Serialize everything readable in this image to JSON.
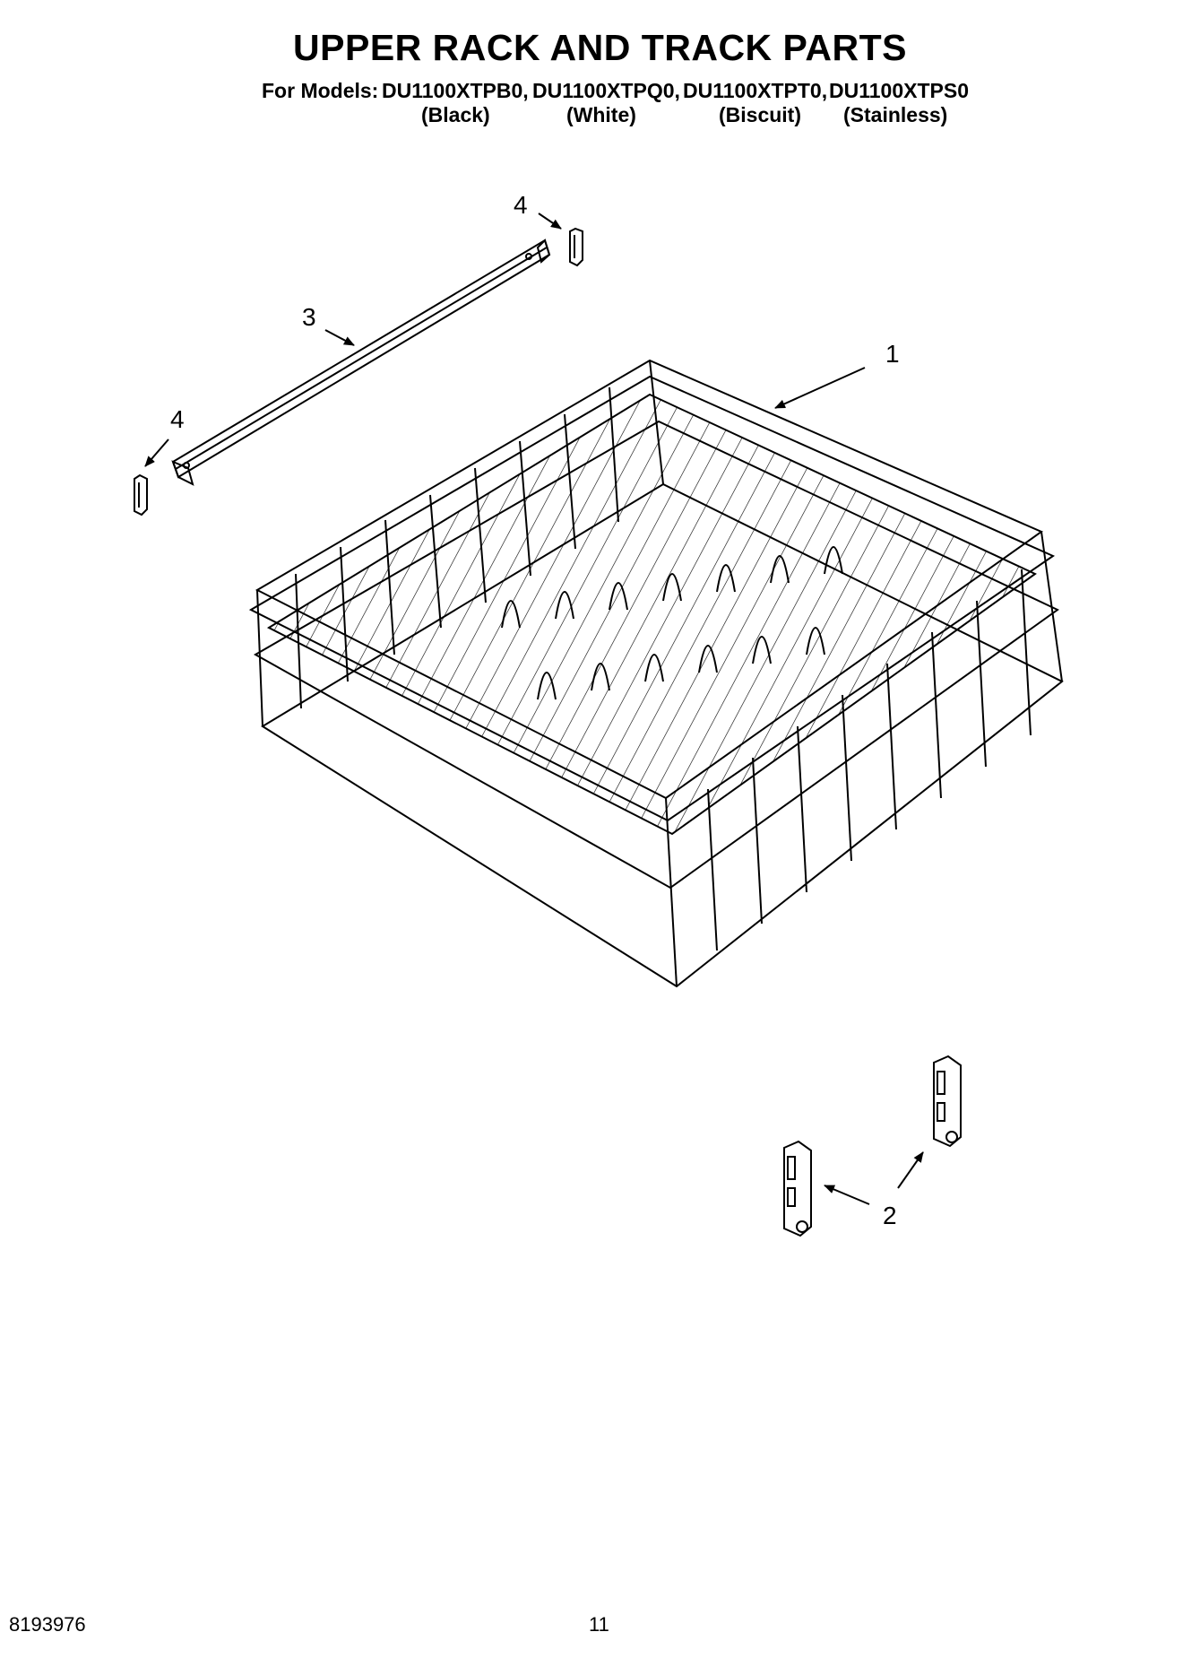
{
  "page": {
    "title": "UPPER RACK AND TRACK PARTS",
    "models_prefix": "For Models:",
    "models": [
      {
        "model": "DU1100XTPB0,",
        "color": "(Black)"
      },
      {
        "model": "DU1100XTPQ0,",
        "color": "(White)"
      },
      {
        "model": "DU1100XTPT0,",
        "color": "(Biscuit)"
      },
      {
        "model": "DU1100XTPS0",
        "color": "(Stainless)"
      }
    ]
  },
  "callouts": {
    "rack": "1",
    "track_clips": "2",
    "track": "3",
    "end_cap_top": "4",
    "end_cap_left": "4"
  },
  "footer": {
    "doc_number": "8193976",
    "page_number": "11"
  }
}
